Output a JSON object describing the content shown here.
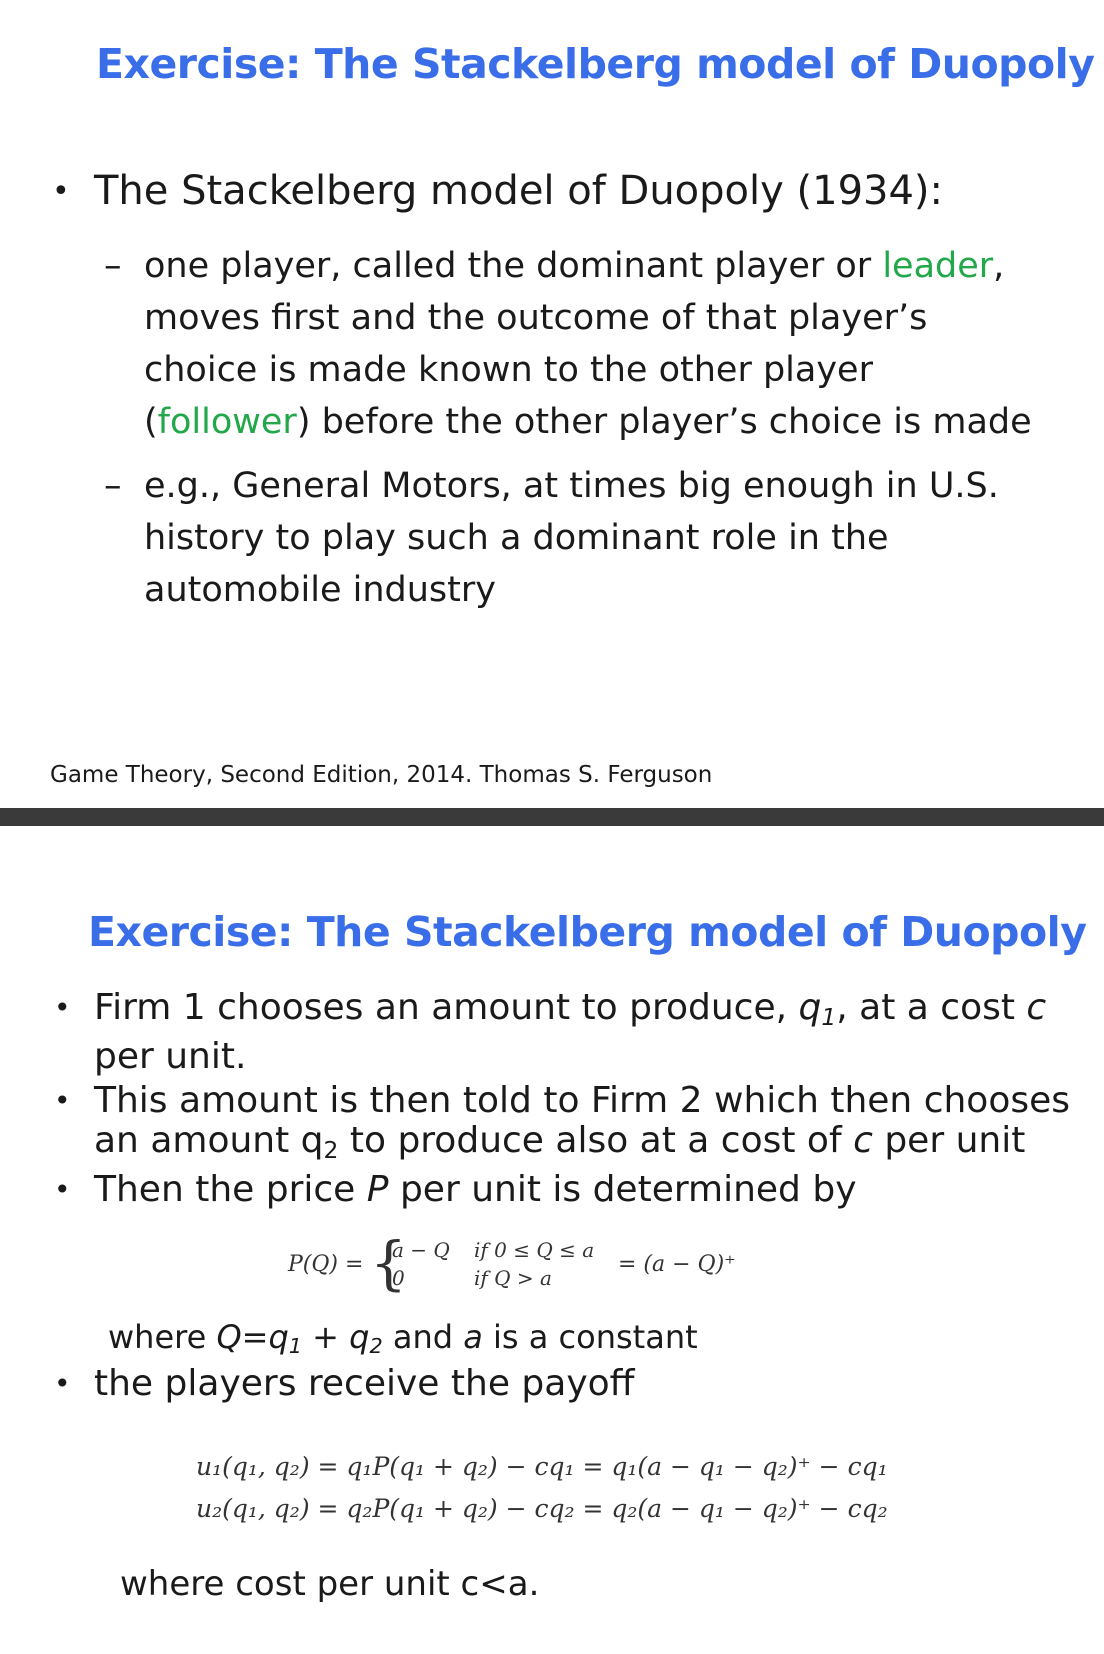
{
  "slide1": {
    "title": "Exercise: The Stackelberg model of Duopoly",
    "bullet_main": "The Stackelberg model of Duopoly (1934):",
    "sub1": {
      "line1_prefix": " one player, called the dominant player or ",
      "line1_highlight": "leader",
      "line1_suffix": ",",
      "line2": "moves first and the outcome of that player’s",
      "line3": "choice is made known to the other player",
      "line4_open": "(",
      "line4_highlight": "follower",
      "line4_rest": ") before the other player’s choice is made"
    },
    "sub2": {
      "line1": "e.g., General Motors, at times big enough in U.S.",
      "line2": "history to play such a dominant role in the",
      "line3": "automobile industry"
    },
    "citation": "Game Theory, Second Edition, 2014. Thomas S. Ferguson",
    "colors": {
      "title": "#3a6ee8",
      "highlight": "#22a84a"
    }
  },
  "slide2": {
    "title": "Exercise: The Stackelberg model of Duopoly",
    "b1": {
      "part1": "Firm 1 chooses an amount to produce, ",
      "var_q": "q",
      "var_sub": "1",
      "part2": ", at a cost ",
      "var_c": "c",
      "line2": "per unit."
    },
    "b2": {
      "line1": "This amount is then told to Firm 2 which then chooses",
      "line2_prefix": "an amount q",
      "line2_sub": "2",
      "line2_mid": " to produce also at a cost of ",
      "line2_var": "c",
      "line2_suffix": " per unit"
    },
    "b3": {
      "prefix": "Then the price ",
      "var": "P",
      "suffix": " per unit is determined by"
    },
    "formula_price": {
      "lhs": "P(Q) =",
      "case1_expr": "a − Q",
      "case1_cond": "if 0 ≤ Q ≤ a",
      "case2_expr": "0",
      "case2_cond": "if Q > a",
      "rhs": "= (a − Q)⁺"
    },
    "where_q": {
      "prefix": "where ",
      "expr": "Q=q",
      "sub1": "1",
      "plus": " + q",
      "sub2": "2",
      "and": " and ",
      "var_a": "a",
      "suffix": " is a constant"
    },
    "b4": "the players receive the payoff",
    "payoff_u1": "u₁(q₁, q₂) = q₁P(q₁ + q₂) − cq₁ = q₁(a − q₁ − q₂)⁺ − cq₁",
    "payoff_u2": "u₂(q₁, q₂) = q₂P(q₁ + q₂) − cq₂ = q₂(a − q₁ − q₂)⁺ − cq₂",
    "where_c": "where cost per unit c<a."
  },
  "bullet_glyph": "•",
  "dash_glyph": "–"
}
